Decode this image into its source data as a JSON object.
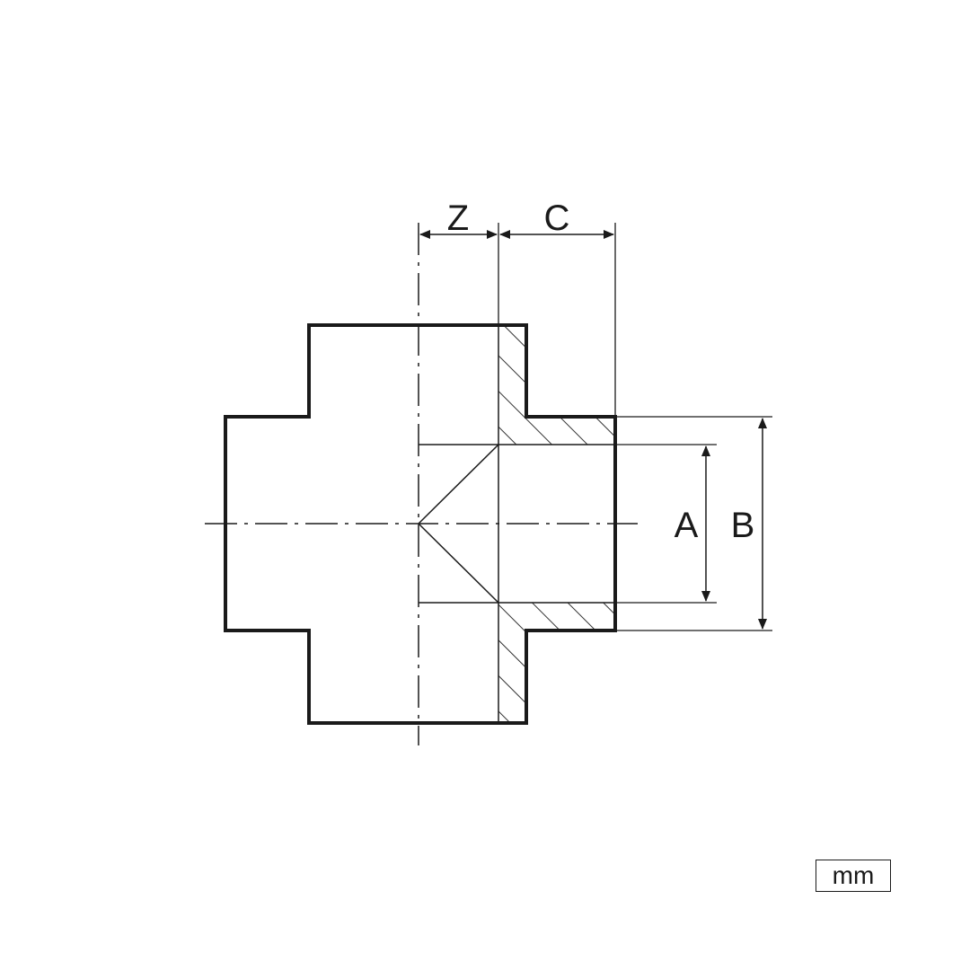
{
  "drawing": {
    "dimensions": {
      "z": "Z",
      "c": "C",
      "a": "A",
      "b": "B"
    },
    "unit": "mm",
    "colors": {
      "line": "#1a1a1a",
      "background": "#ffffff"
    }
  }
}
